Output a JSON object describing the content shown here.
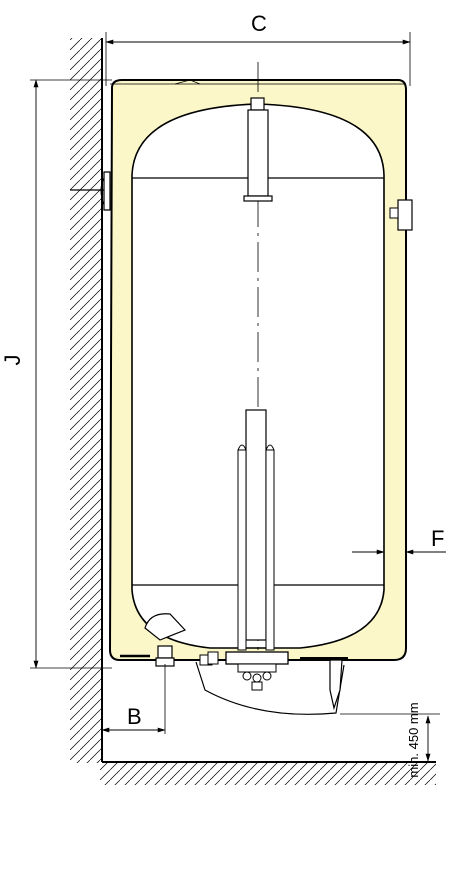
{
  "dimensions": {
    "C": "C",
    "J": "J",
    "F": "F",
    "B": "B",
    "min_clearance": "min. 450 mm"
  },
  "colors": {
    "insulation": "#fbf7c8",
    "line": "#000000",
    "background": "#ffffff"
  }
}
